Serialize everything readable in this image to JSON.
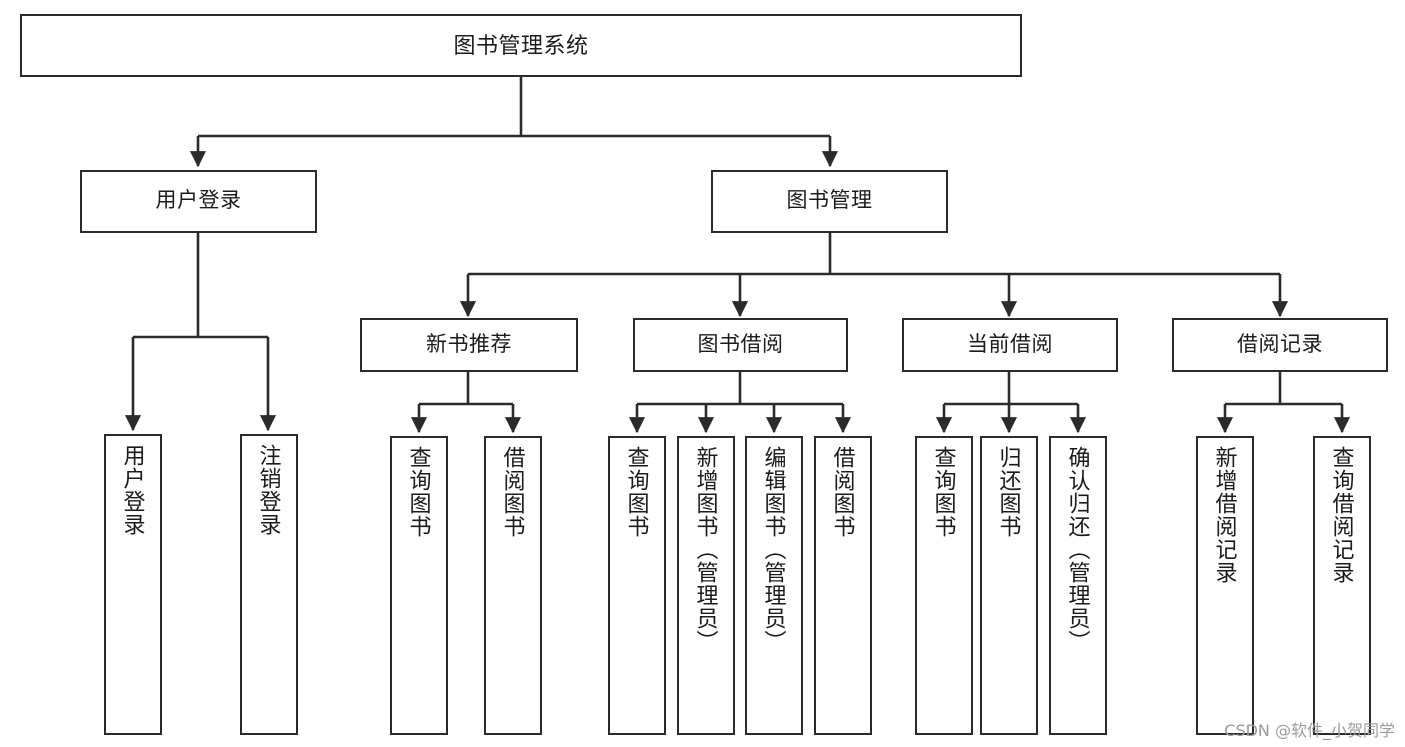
{
  "diagram": {
    "title": "图书管理系统",
    "type": "tree",
    "watermark": "CSDN @软件_小贺同学",
    "stroke_color": "#2b2b2b",
    "background_color": "#ffffff",
    "text_color": "#1b1b1b",
    "root": {
      "id": "root",
      "label": "图书管理系统",
      "orientation": "horizontal"
    },
    "level2": [
      {
        "id": "user-login",
        "label": "用户登录",
        "orientation": "horizontal"
      },
      {
        "id": "book-manage",
        "label": "图书管理",
        "orientation": "horizontal"
      }
    ],
    "level3": [
      {
        "id": "new-book-recommend",
        "label": "新书推荐",
        "orientation": "horizontal",
        "parent": "book-manage"
      },
      {
        "id": "book-borrow",
        "label": "图书借阅",
        "orientation": "horizontal",
        "parent": "book-manage"
      },
      {
        "id": "current-borrow",
        "label": "当前借阅",
        "orientation": "horizontal",
        "parent": "book-manage"
      },
      {
        "id": "borrow-record",
        "label": "借阅记录",
        "orientation": "horizontal",
        "parent": "book-manage"
      }
    ],
    "leaves": [
      {
        "id": "leaf-user-login",
        "label": "用户登录",
        "parent": "user-login"
      },
      {
        "id": "leaf-logout-login",
        "label": "注销登录",
        "parent": "user-login"
      },
      {
        "id": "leaf-query-book-1",
        "label": "查询图书",
        "parent": "new-book-recommend"
      },
      {
        "id": "leaf-borrow-book-1",
        "label": "借阅图书",
        "parent": "new-book-recommend"
      },
      {
        "id": "leaf-query-book-2",
        "label": "查询图书",
        "parent": "book-borrow"
      },
      {
        "id": "leaf-add-book-admin",
        "label": "新增图书（管理员）",
        "parent": "book-borrow"
      },
      {
        "id": "leaf-edit-book-admin",
        "label": "编辑图书（管理员）",
        "parent": "book-borrow"
      },
      {
        "id": "leaf-borrow-book-2",
        "label": "借阅图书",
        "parent": "book-borrow"
      },
      {
        "id": "leaf-query-book-3",
        "label": "查询图书",
        "parent": "current-borrow"
      },
      {
        "id": "leaf-return-book",
        "label": "归还图书",
        "parent": "current-borrow"
      },
      {
        "id": "leaf-confirm-return",
        "label": "确认归还（管理员）",
        "parent": "current-borrow"
      },
      {
        "id": "leaf-add-borrow-record",
        "label": "新增借阅记录",
        "parent": "borrow-record"
      },
      {
        "id": "leaf-query-borrow-record",
        "label": "查询借阅记录",
        "parent": "borrow-record"
      }
    ]
  }
}
